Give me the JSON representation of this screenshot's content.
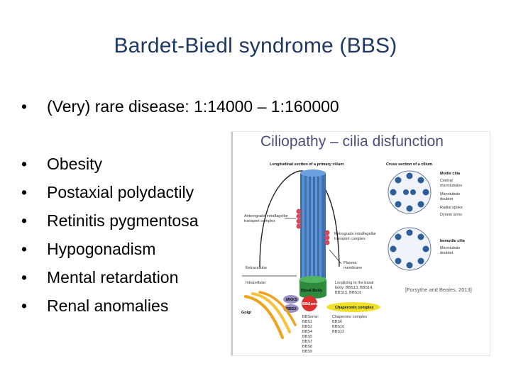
{
  "slide": {
    "title": "Bardet-Biedl syndrome (BBS)",
    "intro_bullet": "(Very) rare disease: 1:14000 – 1:160000",
    "bullet_symbol": "•",
    "symptoms": [
      "Obesity",
      "Postaxial polydactily",
      "Retinitis pygmentosa",
      "Hypogonadism",
      "Mental retardation",
      "Renal anomalies"
    ]
  },
  "figure": {
    "title": "Ciliopathy – cilia disfunction",
    "labels": {
      "longitudinal": "Longitudinal section of a primary cilium",
      "cross": "Cross section of a cilium",
      "motile": "Motile cilia",
      "central": "Central",
      "microtubules": "microtubules",
      "microtubule": "Microtubule",
      "doublet": "doublet",
      "radial": "Radial spoke",
      "dynein": "Dynein arms",
      "immotile": "Immotile cilia",
      "anterograde1": "Anterograde intraflagellar",
      "anterograde2": "transport complex",
      "retrograde1": "Retrograde intraflagellar",
      "retrograde2": "transport complex",
      "extracellular": "Extracellular",
      "intracellular": "Intracellular",
      "plasma1": "Plasma",
      "plasma2": "membrane",
      "basal_body": "Basal Body",
      "localizing1": "Localizing to the basal",
      "localizing2": "body: BBS13, BBS14,",
      "localizing3": "BBS15, BBS16",
      "mkks": "MKKS",
      "bbsome": "BBSome",
      "bbs3": "BBS3",
      "chaperonin": "Chaperonin complex",
      "golgi": "Golgi",
      "bbsome_members": [
        "BBSome:",
        "BBS1",
        "BBS2",
        "BBS4",
        "BBS5",
        "BBS7",
        "BBS8",
        "BBS9"
      ],
      "chaperone_members": [
        "Chaperone complex",
        "BBS6",
        "BBS10",
        "BBS12"
      ],
      "citation": "[Forsythe and Beales, 2013]"
    }
  }
}
